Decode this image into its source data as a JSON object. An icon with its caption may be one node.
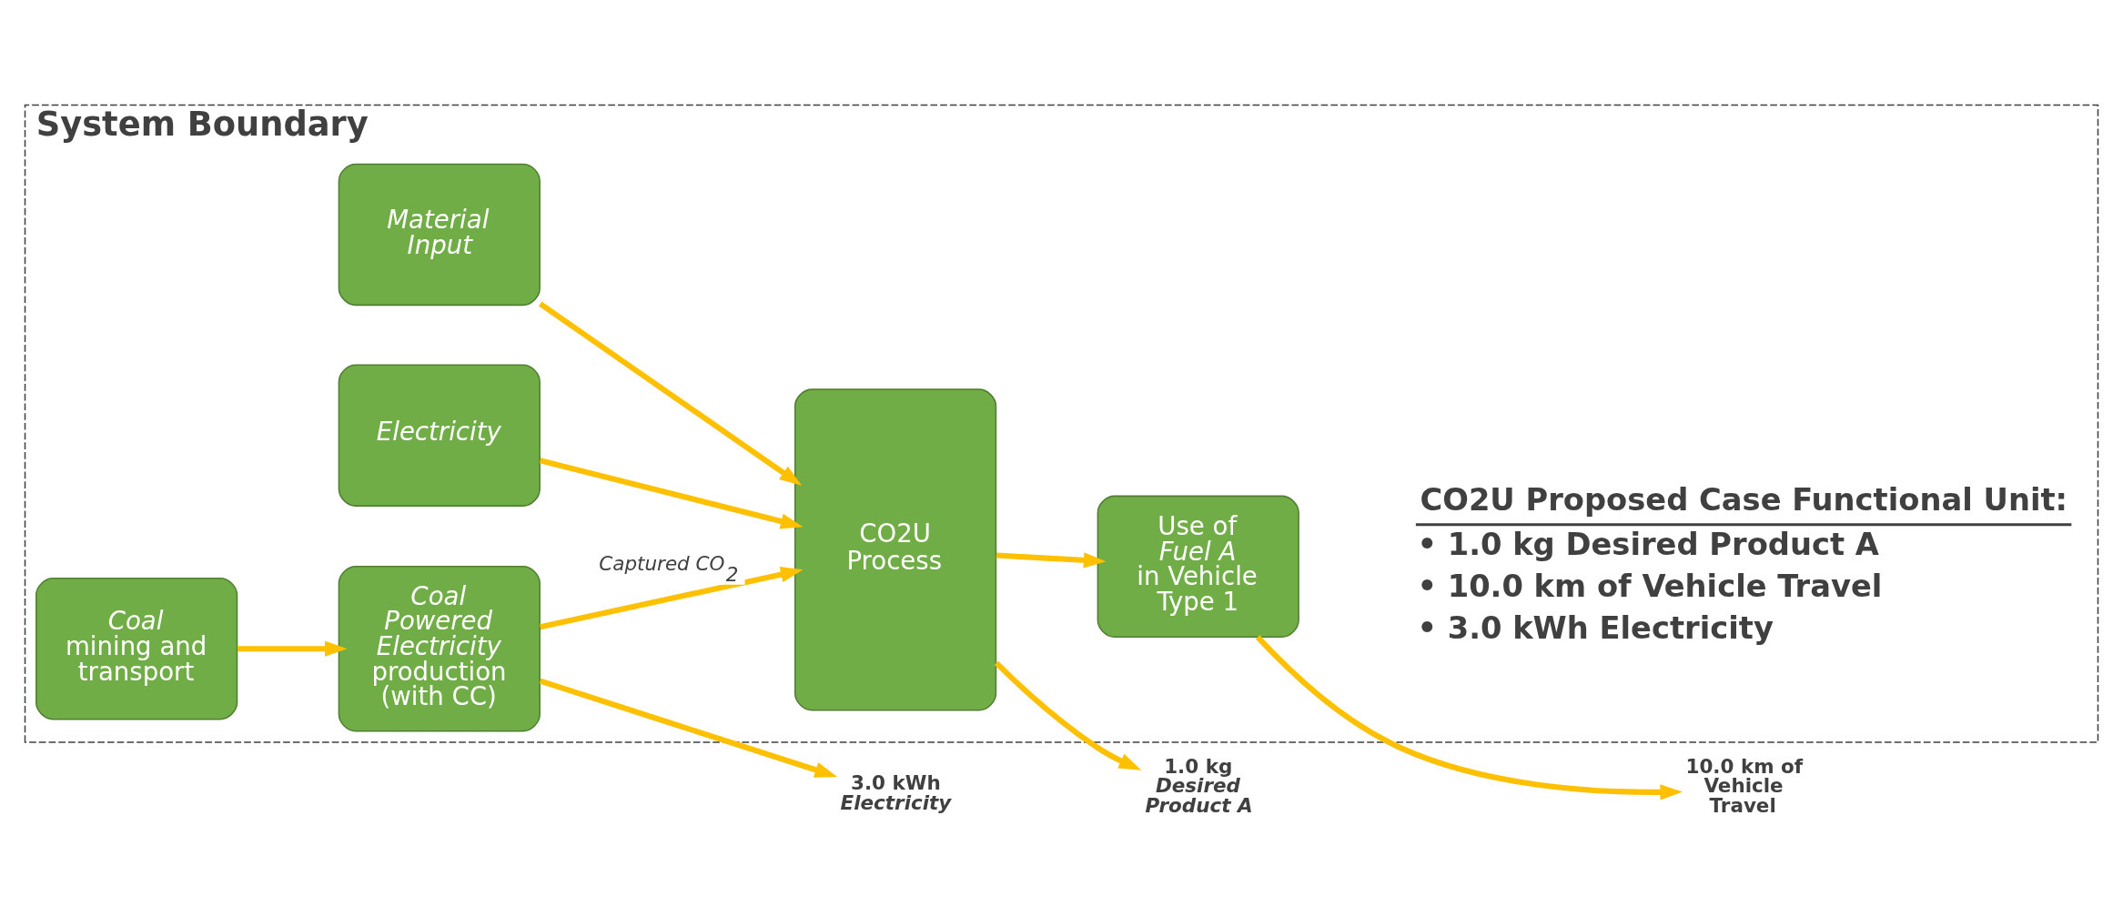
{
  "diagram": {
    "nodes": [
      {
        "text": [
          "System Boundary"
        ]
      },
      {
        "text": [
          "Material Input"
        ],
        "in": 0
      },
      {
        "text": [
          "Electricity"
        ],
        "in": 0
      },
      {
        "text": [
          "*Coal* mining and transport"
        ],
        "in": 0
      },
      {
        "text": [
          "*Coal Powered Electricity* production (with CC)"
        ],
        "in": 0
      },
      {
        "text": [
          "CO2U Process"
        ],
        "in": 0
      },
      {
        "text": [
          "Use of *Fuel A* in Vehicle Type 1"
        ],
        "in": 0
      },
      {
        "text": [
          "1.0 kg *Desired Product A*"
        ]
      },
      {
        "text": [
          "10.0 km of Vehicle Travel"
        ]
      },
      {
        "text": [
          "3.0 kWh *Electricity*"
        ]
      }
    ],
    "edges": [
      {
        "from": 1,
        "to": 5,
        "arrow": "to"
      },
      {
        "from": 2,
        "to": 5,
        "arrow": "to"
      },
      {
        "from": 3,
        "to": 4,
        "arrow": "to"
      },
      {
        "from": 4,
        "to": 5,
        "arrow": "to",
        "label": "Captured CO$_{2}$"
      },
      {
        "from": 5,
        "to": 7,
        "arrow": "to"
      },
      {
        "from": 5,
        "to": 6,
        "arrow": "to"
      },
      {
        "from": 6,
        "to": 8,
        "arrow": "to"
      },
      {
        "from": 4,
        "to": 9,
        "arrow": "to"
      }
    ],
    "labels": [
      "CO2U Proposed Case Functional Unit:",
      "• 1.0 kg Desired Product A",
      "• 10.0 km of Vehicle Travel",
      "• 3.0 kWh Electricity"
    ]
  }
}
